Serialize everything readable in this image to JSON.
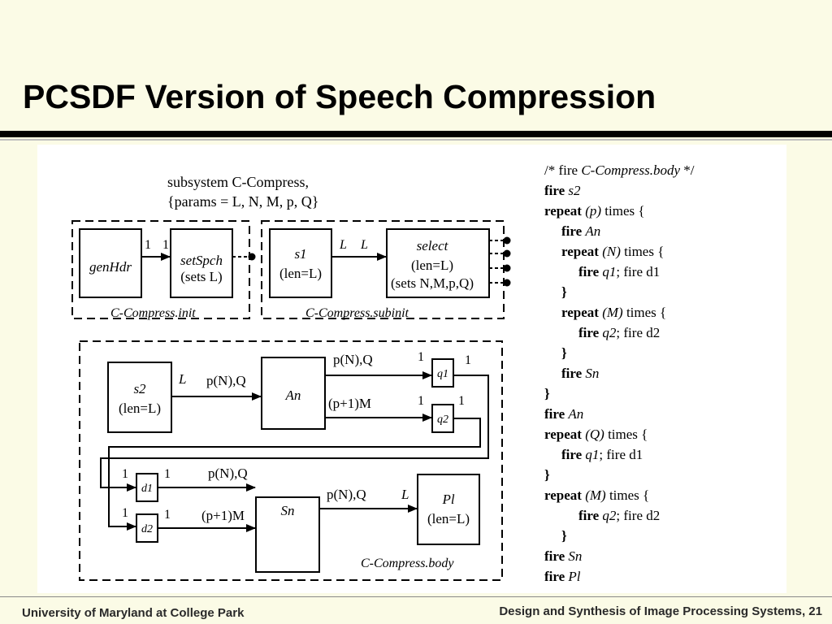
{
  "slide": {
    "title": "PCSDF Version of Speech Compression",
    "footer_left": "University of Maryland at College Park",
    "footer_right": "Design and Synthesis of Image Processing Systems, 21"
  },
  "diagram": {
    "subsystem_line1": "subsystem C-Compress,",
    "subsystem_line2": "{params = L, N, M, p, Q}",
    "init_label": "C-Compress.init",
    "subinit_label": "C-Compress.subinit",
    "body_label": "C-Compress.body",
    "nodes": {
      "genHdr": "genHdr",
      "setSpch": "setSpch",
      "setSpch_sub": "(sets L)",
      "s1": "s1",
      "s1_sub": "(len=L)",
      "select": "select",
      "select_sub1": "(len=L)",
      "select_sub2": "(sets N,M,p,Q)",
      "s2": "s2",
      "s2_sub": "(len=L)",
      "An": "An",
      "q1": "q1",
      "q2": "q2",
      "d1": "d1",
      "d2": "d2",
      "Sn": "Sn",
      "Pl": "Pl",
      "Pl_sub": "(len=L)"
    },
    "edge_labels": {
      "gen_set_out": "1",
      "gen_set_in": "1",
      "s1_select_out": "L",
      "s1_select_in": "L",
      "s2_L": "L",
      "s2_pNQ": "p(N),Q",
      "an_q1_rate": "p(N),Q",
      "an_q1_1": "1",
      "an_q1_2": "1",
      "an_q2_rate": "(p+1)M",
      "an_q2_1": "1",
      "an_q2_2": "1",
      "d1_1": "1",
      "d1_2": "1",
      "d1_rate": "p(N),Q",
      "d2_1": "1",
      "d2_2": "1",
      "d2_rate": "(p+1)M",
      "sn_rate": "p(N),Q",
      "pl_L": "L"
    }
  },
  "schedule": [
    {
      "kw": "/* fire ",
      "it": "C-Compress.body",
      "tail": " */"
    },
    {
      "kw": "fire ",
      "it": "s2",
      "tail": ""
    },
    {
      "kw": "repeat ",
      "it": "(p)",
      "tail": " times {"
    },
    {
      "kw": "fire ",
      "it": "An",
      "tail": ""
    },
    {
      "kw": "repeat ",
      "it": "(N)",
      "tail": " times {"
    },
    {
      "kw": "fire ",
      "it": "q1",
      "tail": "; fire d1"
    },
    {
      "kw": "}",
      "it": "",
      "tail": ""
    },
    {
      "kw": "repeat ",
      "it": "(M)",
      "tail": " times {"
    },
    {
      "kw": "fire ",
      "it": "q2",
      "tail": "; fire d2"
    },
    {
      "kw": "}",
      "it": "",
      "tail": ""
    },
    {
      "kw": "fire ",
      "it": "Sn",
      "tail": ""
    },
    {
      "kw": "}",
      "it": "",
      "tail": ""
    },
    {
      "kw": "fire ",
      "it": "An",
      "tail": ""
    },
    {
      "kw": "repeat ",
      "it": "(Q)",
      "tail": " times {"
    },
    {
      "kw": "fire ",
      "it": "q1",
      "tail": "; fire d1"
    },
    {
      "kw": "}",
      "it": "",
      "tail": ""
    },
    {
      "kw": "repeat ",
      "it": "(M)",
      "tail": " times {"
    },
    {
      "kw": "fire ",
      "it": "q2",
      "tail": "; fire d2"
    },
    {
      "kw": "}",
      "it": "",
      "tail": ""
    },
    {
      "kw": "fire ",
      "it": "Sn",
      "tail": ""
    },
    {
      "kw": "fire ",
      "it": "Pl",
      "tail": ""
    }
  ]
}
